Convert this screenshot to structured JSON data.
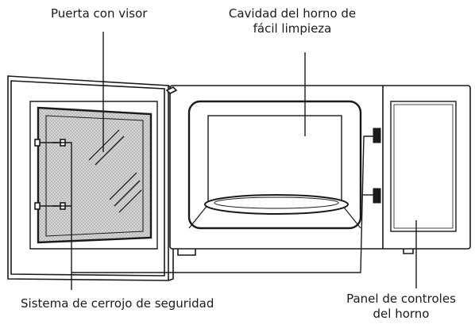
{
  "labels": {
    "door": "Puerta con visor",
    "cavity_line1": "Cavidad del horno de",
    "cavity_line2": "fácil limpieza",
    "lock": "Sistema de cerrojo de seguridad",
    "panel_line1": "Panel de controles",
    "panel_line2": "del horno"
  },
  "colors": {
    "line": "#1a1a1a",
    "window_fill": "#c9c9c9",
    "background": "#ffffff"
  }
}
